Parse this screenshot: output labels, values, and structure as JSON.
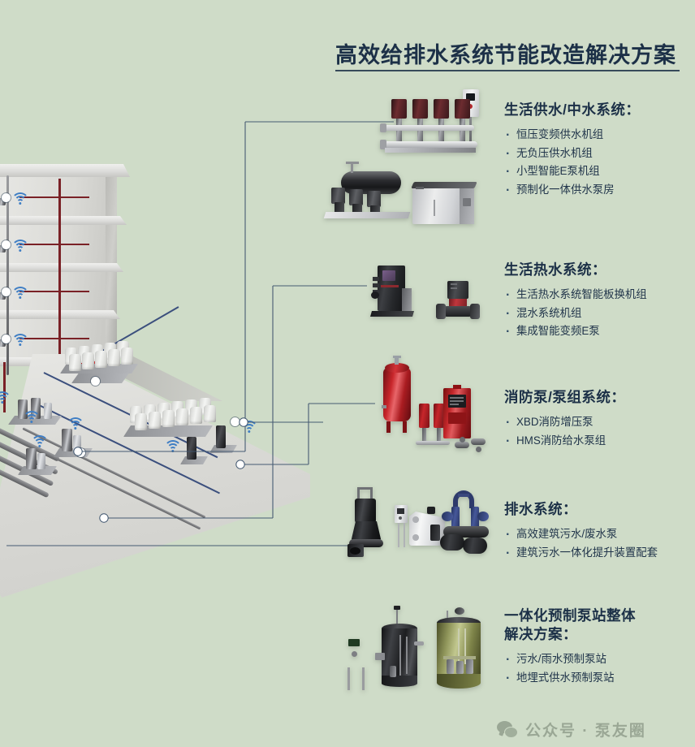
{
  "page": {
    "title": "高效给排水系统节能改造解决方案",
    "background_color": "#cfdcc8",
    "heading_color": "#1c3047",
    "body_text_color": "#20344a",
    "connector_color": "#3f556e",
    "accent_wifi_color": "#3f7ec4"
  },
  "illustration": {
    "name": "建筑给排水系统三维剖面图",
    "floors": 4,
    "wifi_markers": 9,
    "connector_nodes": 5,
    "pipe_colors": {
      "supply": "#3b4f7d",
      "fire": "#7a2126",
      "drain": "#5d5e61"
    }
  },
  "sections": [
    {
      "id": "domestic-water",
      "heading": "生活供水/中水系统：",
      "items": [
        "恒压变频供水机组",
        "无负压供水机组",
        "小型智能E泵机组",
        "预制化一体供水泵房"
      ],
      "products": [
        "多联变频供水机组",
        "卧式罐体供水机组",
        "一体化预制供水泵房箱体"
      ]
    },
    {
      "id": "hot-water",
      "heading": "生活热水系统：",
      "items": [
        "生活热水系统智能板换机组",
        "混水系统机组",
        "集成智能变频E泵"
      ],
      "products": [
        "智能板式换热机组",
        "管道式智能变频E泵"
      ]
    },
    {
      "id": "fire-pump",
      "heading": "消防泵/泵组系统：",
      "items": [
        "XBD消防增压泵",
        "HMS消防给水泵组"
      ],
      "products": [
        "消防稳压罐",
        "立式消防泵组",
        "消防控制柜"
      ]
    },
    {
      "id": "drainage",
      "heading": "排水系统：",
      "items": [
        "高效建筑污水/废水泵",
        "建筑污水一体化提升装置配套"
      ],
      "products": [
        "潜水排污泵",
        "污水提升装置",
        "双泵一体化提升装置"
      ]
    },
    {
      "id": "prefab-station",
      "heading": "一体化预制泵站整体\n解决方案：",
      "heading_line1": "一体化预制泵站整体",
      "heading_line2": "解决方案：",
      "items": [
        "污水/雨水预制泵站",
        "地埋式供水预制泵站"
      ],
      "products": [
        "泵站控制柜",
        "污水预制泵站筒体",
        "地埋式预制泵站剖视"
      ]
    }
  ],
  "footer": {
    "icon": "wechat-icon",
    "text": "公众号 · 泵友圈"
  }
}
